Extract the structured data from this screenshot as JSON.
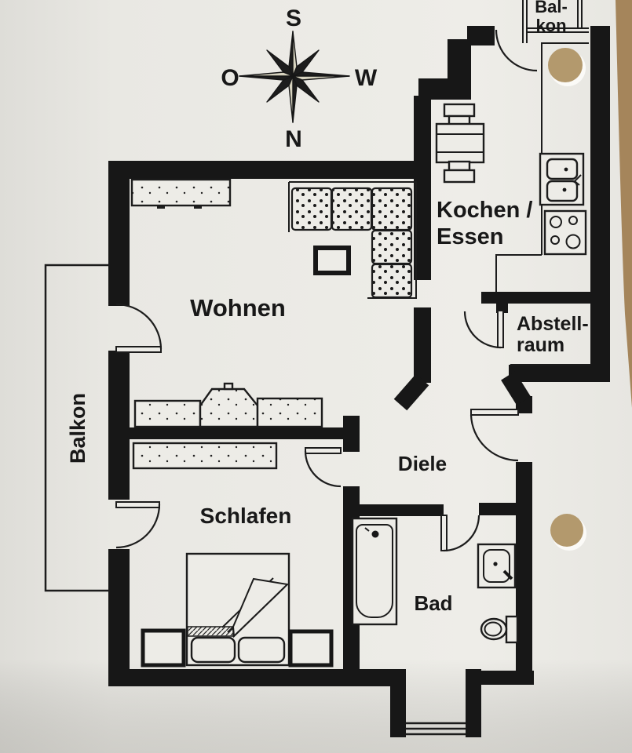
{
  "document_type": "apartment-floor-plan",
  "rooms": {
    "wohnen": {
      "label": "Wohnen"
    },
    "kochen_essen": {
      "line1": "Kochen /",
      "line2": "Essen"
    },
    "abstellraum": {
      "line1": "Abstell-",
      "line2": "raum"
    },
    "diele": {
      "label": "Diele"
    },
    "schlafen": {
      "label": "Schlafen"
    },
    "bad": {
      "label": "Bad"
    },
    "balkon_west": {
      "label": "Balkon"
    },
    "balkon_nord": {
      "line1": "Bal-",
      "line2": "kon"
    }
  },
  "compass": {
    "top": "S",
    "right": "W",
    "bottom": "N",
    "left": "O"
  },
  "colors": {
    "paper": "#eae9e4",
    "wall": "#171717",
    "compass_beige": "#d7d3bf",
    "hole_punch": "#b3996d",
    "table_edge": "#a5855b"
  }
}
